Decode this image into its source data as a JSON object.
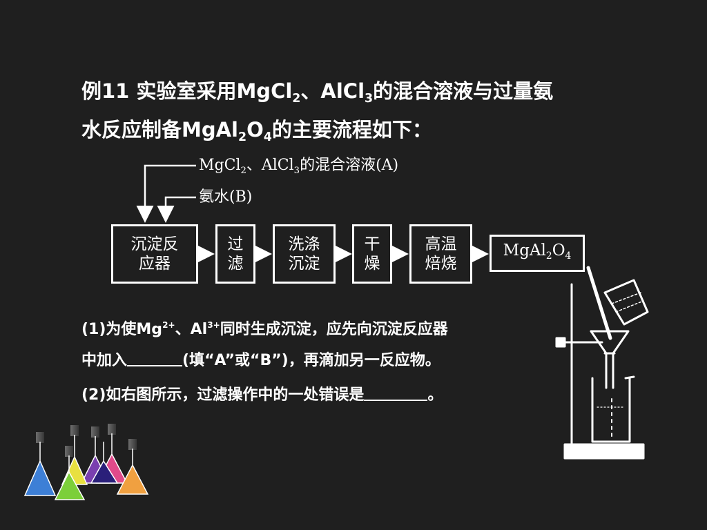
{
  "heading": {
    "line1_a": "例11  实验室采用MgCl",
    "line1_sub1": "2",
    "line1_b": "、AlCl",
    "line1_sub2": "3",
    "line1_c": "的混合溶液与过量氨",
    "line2_a": "水反应制备MgAl",
    "line2_sub1": "2",
    "line2_b": "O",
    "line2_sub2": "4",
    "line2_c": "的主要流程如下："
  },
  "flow": {
    "input_a": {
      "a": "MgCl",
      "s1": "2",
      "b": "、AlCl",
      "s2": "3",
      "c": "的混合溶液(A)"
    },
    "input_b": "氨水(B)",
    "boxes": [
      {
        "line1": "沉淀反",
        "line2": "应器"
      },
      {
        "line1": "过",
        "line2": "滤"
      },
      {
        "line1": "洗涤",
        "line2": "沉淀"
      },
      {
        "line1": "干",
        "line2": "燥"
      },
      {
        "line1": "高温",
        "line2": "焙烧"
      }
    ],
    "product": {
      "a": "MgAl",
      "s1": "2",
      "b": "O",
      "s2": "4"
    }
  },
  "questions": {
    "q1_line1_a": "(1)为使Mg",
    "q1_sup1": "2+",
    "q1_line1_b": "、Al",
    "q1_sup2": "3+",
    "q1_line1_c": "同时生成沉淀，应先向沉淀反应器",
    "q1_line2_a": "中加入",
    "q1_line2_b": "(填“A”或“B”)，再滴加另一反应物。",
    "q2_a": "(2)如右图所示，过滤操作中的一处错误是",
    "q2_b": "。"
  },
  "colors": {
    "background": "#1f1f1f",
    "text": "#ffffff",
    "flask_purple": "#7a3fb0",
    "flask_blue": "#3d7fd6",
    "flask_green": "#7ccf3a",
    "flask_orange": "#f0a040",
    "flask_pink": "#e04a8a",
    "flask_yellow": "#e8e040"
  },
  "icons": [
    "filtration-apparatus-icon",
    "flask-group-icon"
  ]
}
